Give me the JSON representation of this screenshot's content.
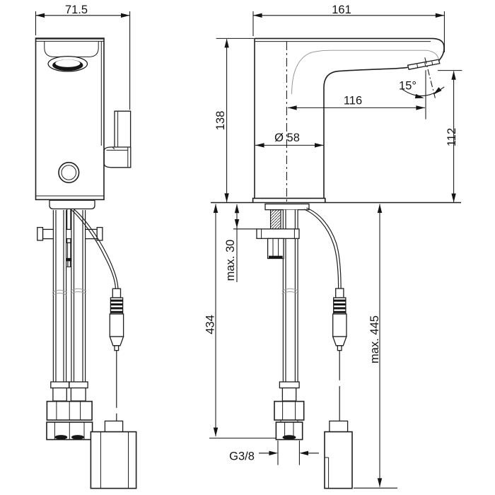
{
  "dimensions": {
    "front_width": "71.5",
    "total_depth": "161",
    "body_height": "138",
    "spout_reach": "116",
    "outlet_angle": "15°",
    "base_diameter": "Ø 58",
    "outlet_height": "112",
    "max_deck_thickness": "max. 30",
    "hose_length": "434",
    "max_cable_length": "max. 445",
    "supply_thread": "G3/8"
  },
  "colors": {
    "line": "#1f1f1f",
    "faint_line": "#8f8f8f",
    "background": "#ffffff"
  }
}
